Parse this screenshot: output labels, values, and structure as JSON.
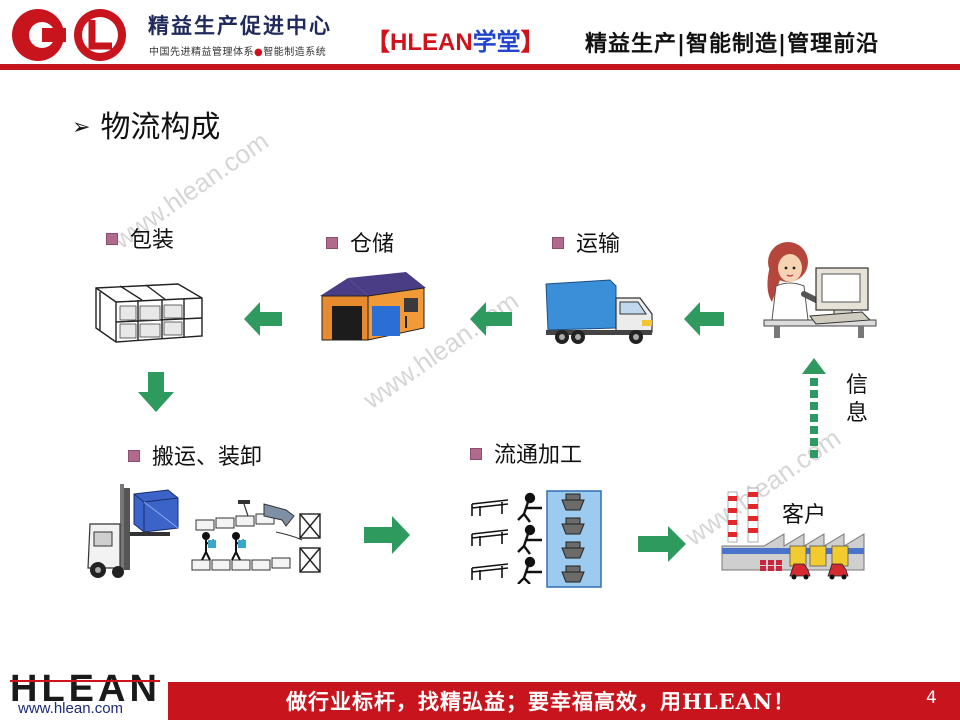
{
  "header": {
    "org_name": "精益生产促进中心",
    "org_sub_left": "中国先进精益管理体系",
    "org_sub_dot": "●",
    "org_sub_right": "智能制造系统",
    "bracket_open": "【",
    "brand": "HLEAN",
    "brand_cn": "学堂",
    "bracket_close": "】",
    "tagline": "精益生产|智能制造|管理前沿"
  },
  "watermark": "www.hlean.com",
  "slide": {
    "title_marker": "➢",
    "title": "物流构成"
  },
  "labels": {
    "packaging": "包装",
    "storage": "仓储",
    "transport": "运输",
    "handling": "搬运、装卸",
    "processing": "流通加工",
    "information": "信息",
    "customer": "客户"
  },
  "footer": {
    "logo": "HLEAN",
    "url": "www.hlean.com",
    "slogan": "做行业标杆，找精弘益；要幸福高效，用HLEAN！",
    "page_number": "4"
  },
  "colors": {
    "brand_red": "#c8141c",
    "arrow_green": "#2f9a5e",
    "bullet": "#b06a8e"
  }
}
